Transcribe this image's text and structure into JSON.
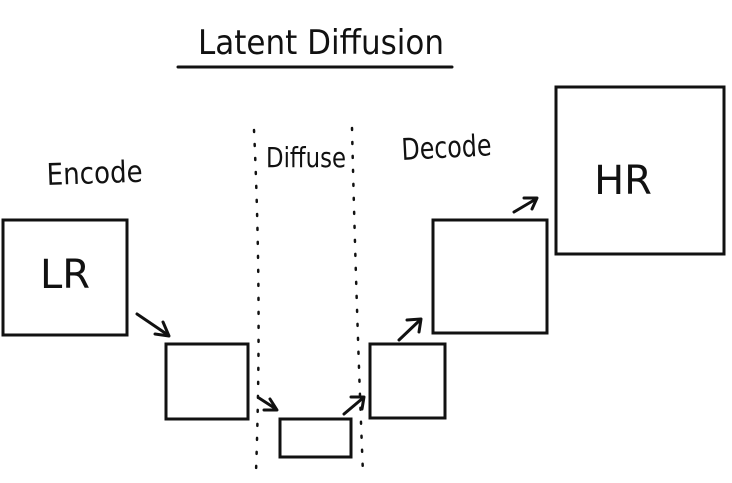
{
  "title": "Latent Diffusion",
  "stages": {
    "encode": "Encode",
    "diffuse": "Diffuse",
    "decode": "Decode"
  },
  "boxes": {
    "lr": "LR",
    "hr": "HR"
  },
  "colors": {
    "ink": "#111111",
    "background": "#ffffff"
  }
}
